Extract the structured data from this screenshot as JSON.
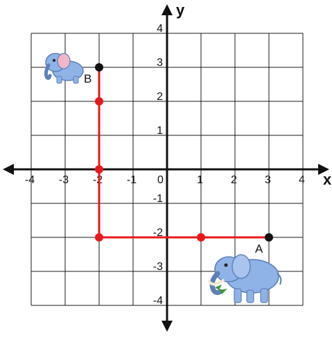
{
  "diagram": {
    "x_axis_label": "x",
    "y_axis_label": "y",
    "x_range": [
      -4,
      4
    ],
    "y_range": [
      -4,
      4
    ],
    "x_ticks": [
      {
        "value": -4,
        "label": "-4"
      },
      {
        "value": -3,
        "label": "-3"
      },
      {
        "value": -2,
        "label": "-2"
      },
      {
        "value": -1,
        "label": "-1"
      },
      {
        "value": 0,
        "label": "0"
      },
      {
        "value": 1,
        "label": "1"
      },
      {
        "value": 2,
        "label": "2"
      },
      {
        "value": 3,
        "label": "3"
      },
      {
        "value": 4,
        "label": "4"
      }
    ],
    "y_ticks": [
      {
        "value": 4,
        "label": "4"
      },
      {
        "value": 3,
        "label": "3"
      },
      {
        "value": 2,
        "label": "2"
      },
      {
        "value": 1,
        "label": "1"
      },
      {
        "value": -1,
        "label": "-1"
      },
      {
        "value": -2,
        "label": "-2"
      },
      {
        "value": -3,
        "label": "-3"
      },
      {
        "value": -4,
        "label": "-4"
      }
    ],
    "points": [
      {
        "label": "A",
        "x": 3,
        "y": -2
      },
      {
        "label": "B",
        "x": -2,
        "y": 3
      }
    ],
    "path": [
      [
        -2,
        3
      ],
      [
        -2,
        -2
      ],
      [
        3,
        -2
      ]
    ],
    "path_dots": [
      [
        -2,
        2
      ],
      [
        -2,
        0
      ],
      [
        -2,
        -2
      ],
      [
        1,
        -2
      ]
    ],
    "colors": {
      "path": "#e8191b",
      "grid": "#1a1a1a",
      "axis": "#111111",
      "elephant_body": "#8fb3e6",
      "elephant_dark": "#5d7fb8",
      "elephant_ear": "#f2b6c8",
      "tusk": "#f4ead0",
      "leaves": "#3d9a3a"
    },
    "icons": [
      "elephant-small-icon",
      "elephant-large-icon"
    ]
  }
}
